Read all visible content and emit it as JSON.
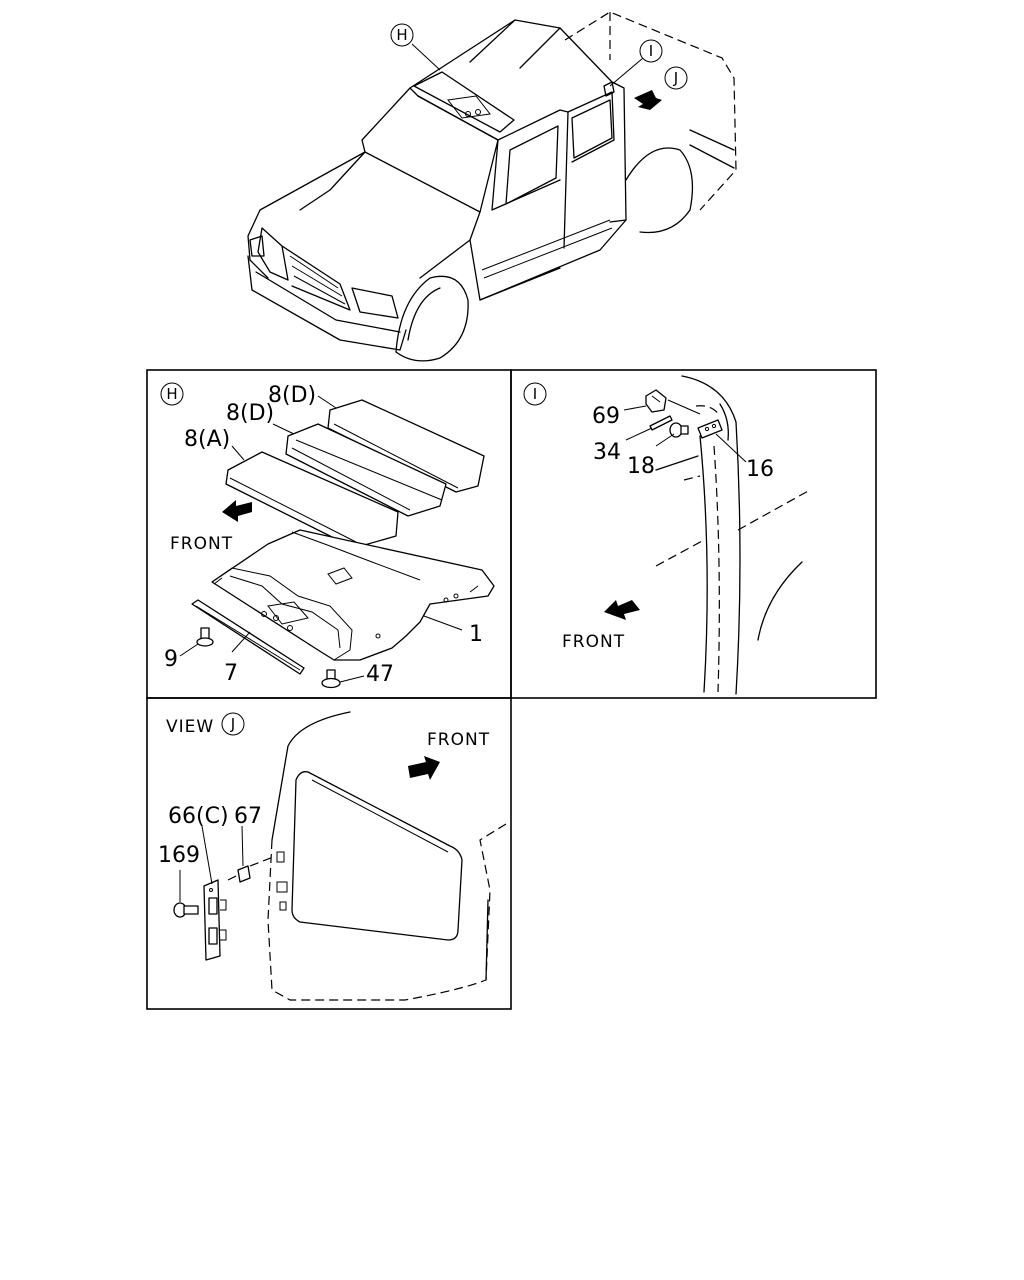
{
  "callouts": {
    "top_h": "H",
    "top_i": "I",
    "top_j": "J"
  },
  "panel_h": {
    "circle": "H",
    "labels": {
      "pad_d_rear": "8(D)",
      "pad_d_mid": "8(D)",
      "pad_a": "8(A)",
      "front": "FRONT",
      "headliner": "1",
      "rail": "7",
      "screw": "9",
      "clip": "47"
    }
  },
  "panel_i": {
    "circle": "I",
    "labels": {
      "cap": "69",
      "pin": "34",
      "fastener": "18",
      "bracket": "16",
      "front": "FRONT"
    }
  },
  "panel_j": {
    "view": "VIEW",
    "circle": "J",
    "labels": {
      "front": "FRONT",
      "plate": "66(C)",
      "nut": "67",
      "bolt": "169"
    }
  }
}
